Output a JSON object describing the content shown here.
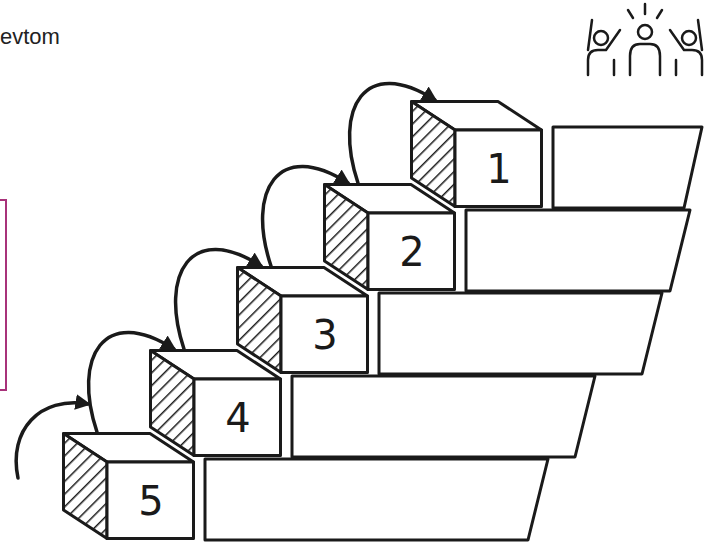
{
  "diagram": {
    "nodes": [
      {
        "text": [
          "1"
        ]
      },
      {
        "text": [
          "2"
        ]
      },
      {
        "text": [
          "3"
        ]
      },
      {
        "text": [
          "4"
        ]
      },
      {
        "text": [
          "5"
        ]
      }
    ],
    "edges": [
      {
        "from": 4,
        "to": 3,
        "arrow": "to"
      },
      {
        "from": 3,
        "to": 2,
        "arrow": "to"
      },
      {
        "from": 2,
        "to": 1,
        "arrow": "to"
      },
      {
        "from": 1,
        "to": 0,
        "arrow": "to"
      }
    ],
    "labels": [
      "evtom"
    ]
  }
}
